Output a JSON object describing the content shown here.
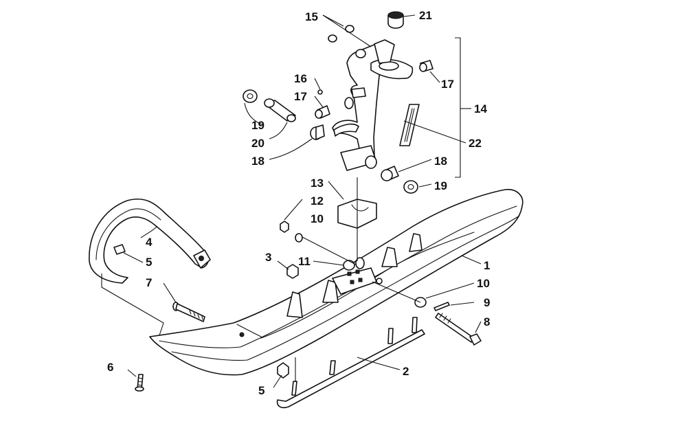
{
  "labels": {
    "l1": "1",
    "l2": "2",
    "l3": "3",
    "l4": "4",
    "l5a": "5",
    "l5b": "5",
    "l6": "6",
    "l7": "7",
    "l8": "8",
    "l9": "9",
    "l10a": "10",
    "l10b": "10",
    "l11": "11",
    "l12": "12",
    "l13": "13",
    "l14": "14",
    "l15": "15",
    "l16": "16",
    "l17a": "17",
    "l17b": "17",
    "l18a": "18",
    "l18b": "18",
    "l19a": "19",
    "l19b": "19",
    "l20": "20",
    "l21": "21",
    "l22": "22"
  }
}
